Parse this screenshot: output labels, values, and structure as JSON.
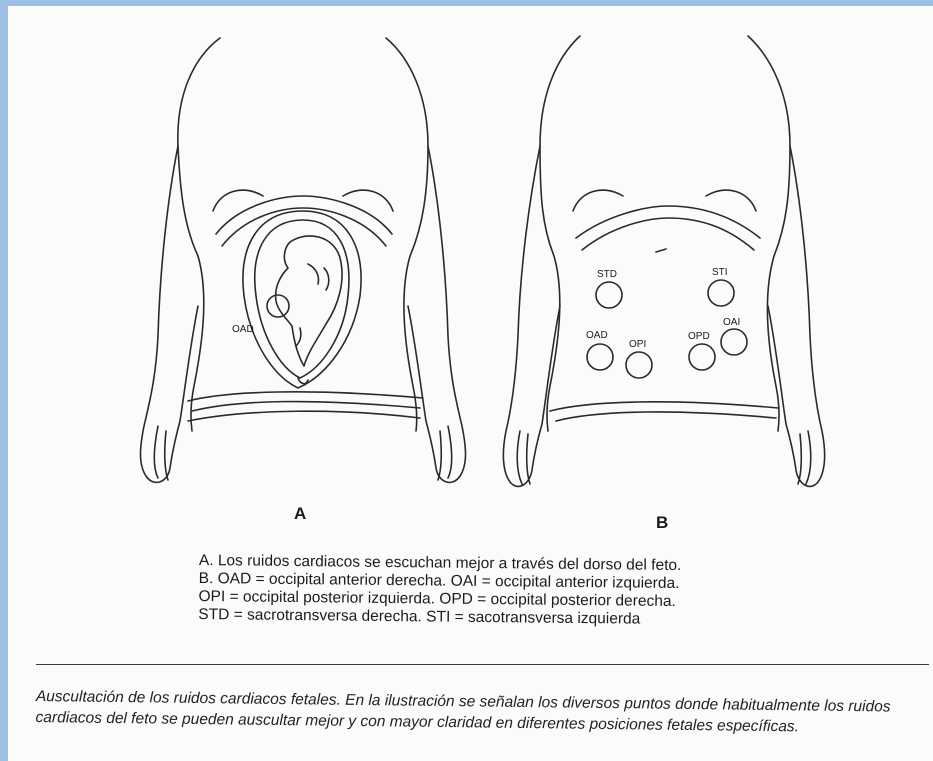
{
  "figures": {
    "a": {
      "label": "A",
      "point_label": "OAD"
    },
    "b": {
      "label": "B",
      "points": [
        {
          "label": "STD"
        },
        {
          "label": "STI"
        },
        {
          "label": "OAD"
        },
        {
          "label": "OPI"
        },
        {
          "label": "OPD"
        },
        {
          "label": "OAI"
        }
      ]
    }
  },
  "legend": {
    "line1": "A. Los ruidos cardiacos se escuchan mejor a través del dorso del feto.",
    "line2": "B. OAD = occipital anterior derecha. OAI = occipital anterior izquierda.",
    "line3": "OPI = occipital posterior izquierda. OPD = occipital posterior derecha.",
    "line4": "STD = sacrotransversa derecha. STI = sacotransversa izquierda"
  },
  "caption": {
    "lead": "Auscultación de los ruidos cardiacos fetales.",
    "body": " En la ilustración se señalan los diversos puntos donde habitualmente los ruidos cardiacos del feto se pueden auscultar mejor y con mayor claridad en diferentes posiciones fetales específicas."
  },
  "colors": {
    "line": "#2a2a2a",
    "frame_accent": "#9dbfe4"
  }
}
